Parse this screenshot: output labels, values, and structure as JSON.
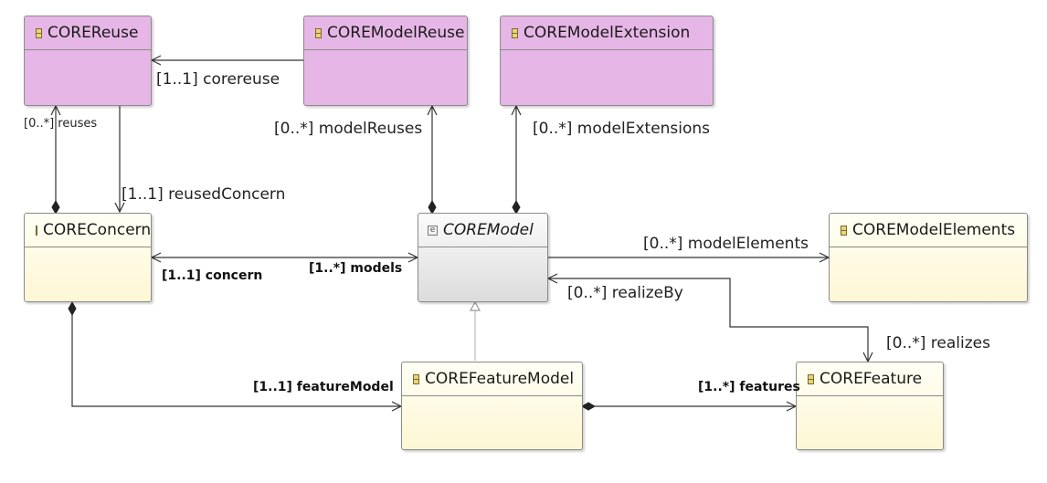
{
  "classes": {
    "core_reuse": {
      "name": "COREReuse",
      "icon": "class-icon"
    },
    "core_model_reuse": {
      "name": "COREModelReuse",
      "icon": "class-icon"
    },
    "core_model_extension": {
      "name": "COREModelExtension",
      "icon": "class-icon"
    },
    "core_concern": {
      "name": "COREConcern",
      "icon": "class-icon"
    },
    "core_model": {
      "name": "COREModel",
      "icon": "abstract-class-icon"
    },
    "core_model_elements": {
      "name": "COREModelElements",
      "icon": "class-icon"
    },
    "core_feature_model": {
      "name": "COREFeatureModel",
      "icon": "class-icon"
    },
    "core_feature": {
      "name": "COREFeature",
      "icon": "class-icon"
    }
  },
  "relations": {
    "corereuse": "[1..1] corereuse",
    "reuses": "[0..*] reuses",
    "reused_concern": "[1..1] reusedConcern",
    "model_reuses": "[0..*] modelReuses",
    "model_extensions": "[0..*] modelExtensions",
    "model_elements": "[0..*] modelElements",
    "concern": "[1..1] concern",
    "models": "[1..*] models",
    "realize_by": "[0..*] realizeBy",
    "realizes": "[0..*] realizes",
    "feature_model": "[1..1] featureModel",
    "features": "[1..*] features"
  },
  "colors": {
    "pink_fill": "#e6b6e6",
    "yellow_fill": "#fdf7d4",
    "gray_fill": "#dcdcdc",
    "line": "#333333"
  }
}
